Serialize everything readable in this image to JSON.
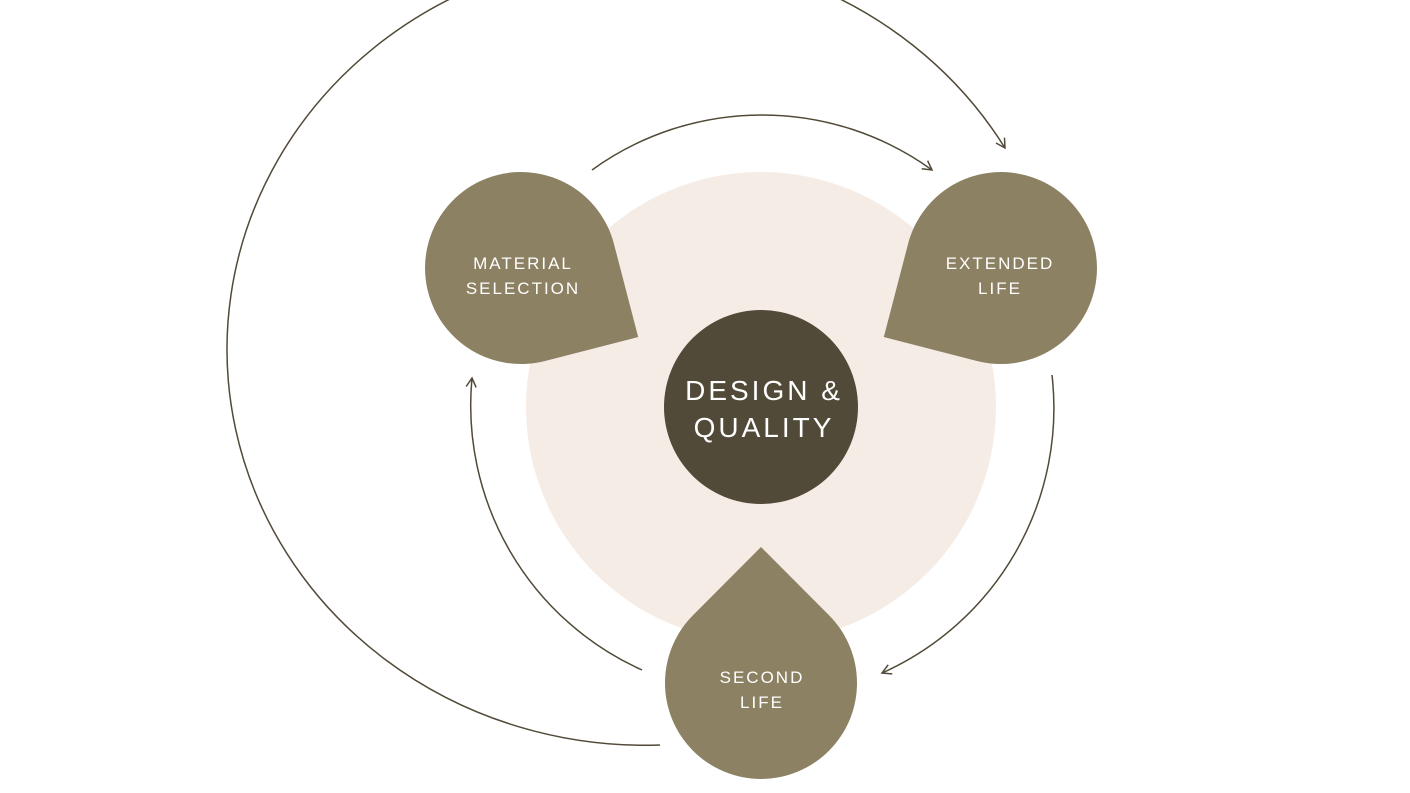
{
  "colors": {
    "background_circle": "#f6ece6",
    "center": "#524a38",
    "nodes": "#8c8163",
    "arrows": "#524a38"
  },
  "center": {
    "line1": "DESIGN &",
    "line2": "QUALITY"
  },
  "nodes": [
    {
      "line1": "MATERIAL",
      "line2": "SELECTION"
    },
    {
      "line1": "EXTENDED",
      "line2": "LIFE"
    },
    {
      "line1": "SECOND",
      "line2": "LIFE"
    }
  ]
}
